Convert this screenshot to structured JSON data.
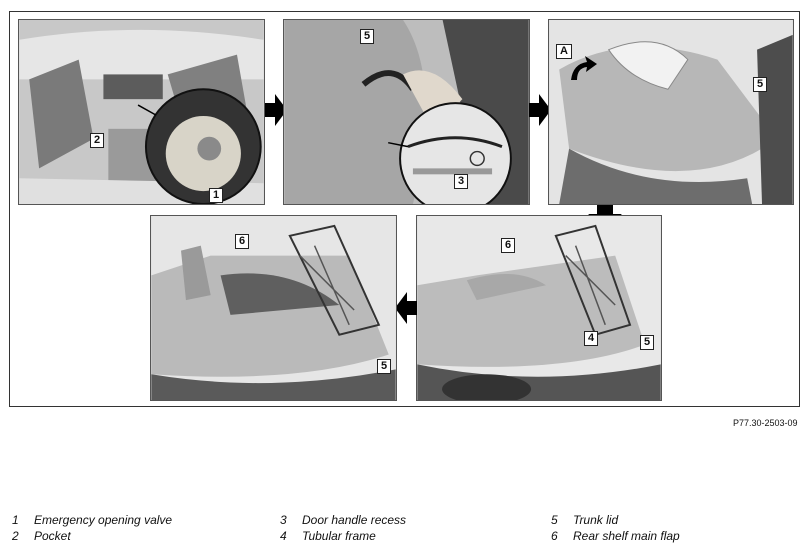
{
  "callouts": {
    "p1": [
      "2",
      "1"
    ],
    "p2": [
      "5",
      "3"
    ],
    "p3": [
      "A",
      "5"
    ],
    "p4": [
      "6",
      "4",
      "5"
    ],
    "p5": [
      "6",
      "5"
    ]
  },
  "figure_id": "P77.30-2503-09",
  "legend": [
    {
      "num": "1",
      "label": "Emergency opening valve"
    },
    {
      "num": "2",
      "label": "Pocket"
    },
    {
      "num": "3",
      "label": "Door handle recess"
    },
    {
      "num": "4",
      "label": "Tubular frame"
    },
    {
      "num": "5",
      "label": "Trunk lid"
    },
    {
      "num": "6",
      "label": "Rear shelf main flap"
    }
  ],
  "icons": [
    "arrow-right-icon",
    "arrow-down-icon",
    "arrow-left-icon",
    "rotate-arrow-icon"
  ],
  "colors": {
    "photo_gray": "#d0d0d0",
    "arrow": "#000000"
  }
}
